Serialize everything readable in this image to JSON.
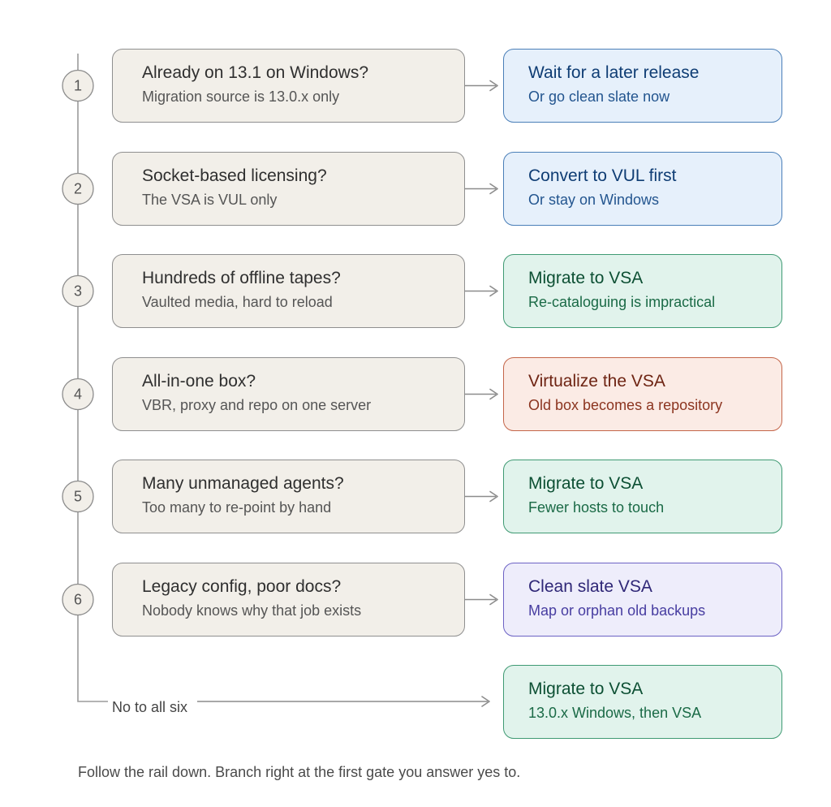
{
  "gates": [
    {
      "step": "1",
      "question": "Already on 13.1 on Windows?",
      "detail": "Migration source is 13.0.x only",
      "outcome": {
        "title": "Wait for a later release",
        "detail": "Or go clean slate now",
        "tone": "blue"
      }
    },
    {
      "step": "2",
      "question": "Socket-based licensing?",
      "detail": "The VSA is VUL only",
      "outcome": {
        "title": "Convert to VUL first",
        "detail": "Or stay on Windows",
        "tone": "blue"
      }
    },
    {
      "step": "3",
      "question": "Hundreds of offline tapes?",
      "detail": "Vaulted media, hard to reload",
      "outcome": {
        "title": "Migrate to VSA",
        "detail": "Re-cataloguing is impractical",
        "tone": "green"
      }
    },
    {
      "step": "4",
      "question": "All-in-one box?",
      "detail": "VBR, proxy and repo on one server",
      "outcome": {
        "title": "Virtualize the VSA",
        "detail": "Old box becomes a repository",
        "tone": "red"
      }
    },
    {
      "step": "5",
      "question": "Many unmanaged agents?",
      "detail": "Too many to re-point by hand",
      "outcome": {
        "title": "Migrate to VSA",
        "detail": "Fewer hosts to touch",
        "tone": "green"
      }
    },
    {
      "step": "6",
      "question": "Legacy config, poor docs?",
      "detail": "Nobody knows why that job exists",
      "outcome": {
        "title": "Clean slate VSA",
        "detail": "Map or orphan old backups",
        "tone": "purple"
      }
    }
  ],
  "fallback": {
    "label": "No to all six",
    "outcome": {
      "title": "Migrate to VSA",
      "detail": "13.0.x Windows, then VSA",
      "tone": "green"
    }
  },
  "footer_note": "Follow the rail down. Branch right at the first gate you answer yes to.",
  "colors": {
    "rail": "#9b9b9b",
    "gate_fill": "#f2efe9",
    "blue_fill": "#e6f0fb",
    "green_fill": "#e1f3ec",
    "red_fill": "#fbebe5",
    "purple_fill": "#eeedfb"
  }
}
